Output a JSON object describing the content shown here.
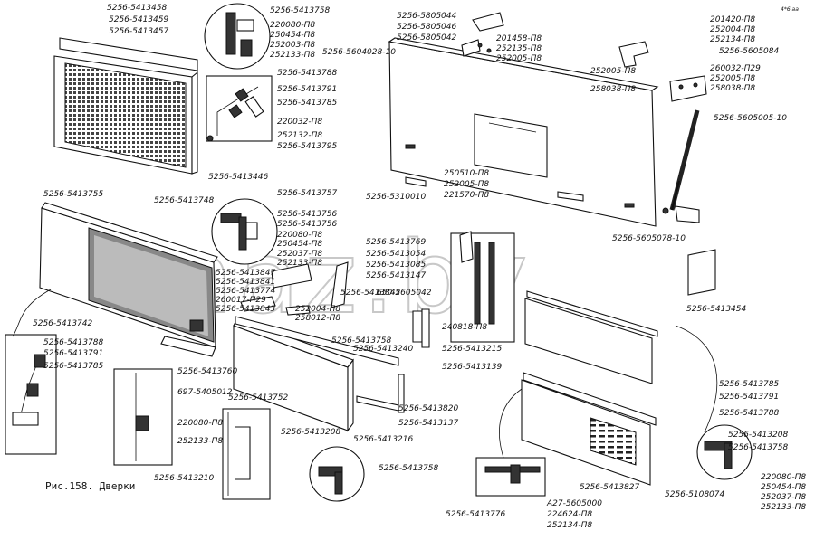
{
  "caption": "Рис.158. Дверки",
  "watermark": "maz.by",
  "corner_mark": "4*6 aa",
  "part_labels": [
    "5256-5413458",
    "5256-5413459",
    "5256-5413457",
    "5256-5413758",
    "220080-П8",
    "250454-П8",
    "252003-П8",
    "252133-П8",
    "5256-5413788",
    "5256-5413791",
    "5256-5413785",
    "220032-П8",
    "252132-П8",
    "5256-5413795",
    "5256-5413446",
    "5256-5805044",
    "5256-5805046",
    "5256-5805042",
    "201458-П8",
    "252135-П8",
    "252005-П8",
    "5256-5604028-10",
    "201420-П8",
    "252004-П8",
    "252134-П8",
    "5256-5605084",
    "252005-П8",
    "258038-П8",
    "260032-П29",
    "252005-П8",
    "258038-П8",
    "5256-5605005-10",
    "5256-5310010",
    "250510-П8",
    "252005-П8",
    "221570-П8",
    "5256-5605078-10",
    "5256-5413755",
    "5256-5413748",
    "5256-5413757",
    "5256-5413756",
    "5256-5413756",
    "220080-П8",
    "250454-П8",
    "252037-П8",
    "252133-П8",
    "5256-5413847",
    "5256-5413841",
    "5256-5413774",
    "260017-П29",
    "5256-5413843",
    "252004-П8",
    "258012-П8",
    "5256-5413742",
    "5256-5413769",
    "5256-5413054",
    "5256-5413085",
    "5256-5413147",
    "5256-5413842",
    "650-5605042",
    "5256-5413454",
    "5256-5413788",
    "5256-5413791",
    "5256-5413785",
    "5256-5413760",
    "5256-5413758",
    "5256-5413240",
    "240818-П8",
    "5256-5413215",
    "5256-5413139",
    "697-5405012",
    "220080-П8",
    "252133-П8",
    "5256-5413752",
    "5256-5413820",
    "5256-5413137",
    "5256-5413216",
    "5256-5413208",
    "5256-5413210",
    "5256-5413758",
    "5256-5413776",
    "A27-5605000",
    "224624-П8",
    "252134-П8",
    "5256-5413827",
    "5256-5108074",
    "5256-5413785",
    "5256-5413791",
    "5256-5413788",
    "5256-5413208",
    "5256-5413758",
    "220080-П8",
    "250454-П8",
    "252037-П8",
    "252133-П8"
  ]
}
